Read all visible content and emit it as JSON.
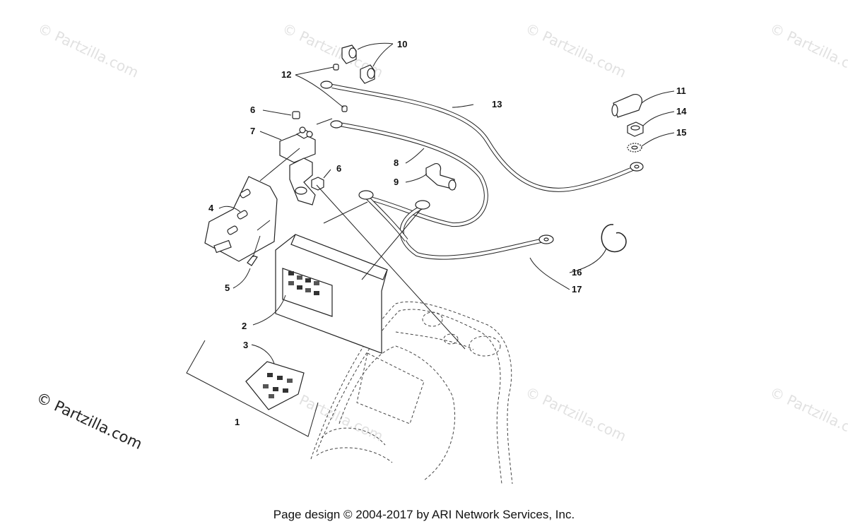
{
  "diagram": {
    "callouts": [
      "1",
      "2",
      "3",
      "4",
      "5",
      "6",
      "6",
      "7",
      "8",
      "9",
      "10",
      "11",
      "12",
      "13",
      "14",
      "15",
      "16",
      "17"
    ],
    "watermark_main": "© Partzilla.com",
    "watermark_faint": "© Partzilla.com"
  },
  "footer": {
    "text": "Page design © 2004-2017 by ARI Network Services, Inc."
  }
}
